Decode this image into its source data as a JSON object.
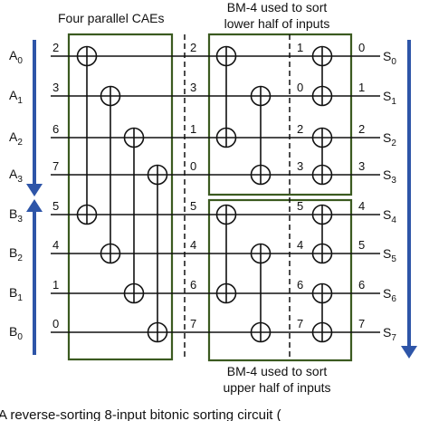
{
  "caption_top_left": "Four parallel CAEs",
  "caption_top_right": [
    "BM-4 used to sort",
    "lower half of inputs"
  ],
  "caption_bottom_right": [
    "BM-4 used to sort",
    "upper half of inputs"
  ],
  "bottom_caption": "A reverse-sorting 8-input bitonic sorting circuit (",
  "input_labels": [
    {
      "base": "A",
      "sub": "0"
    },
    {
      "base": "A",
      "sub": "1"
    },
    {
      "base": "A",
      "sub": "2"
    },
    {
      "base": "A",
      "sub": "3"
    },
    {
      "base": "B",
      "sub": "3"
    },
    {
      "base": "B",
      "sub": "2"
    },
    {
      "base": "B",
      "sub": "1"
    },
    {
      "base": "B",
      "sub": "0"
    }
  ],
  "output_labels": [
    {
      "base": "S",
      "sub": "0"
    },
    {
      "base": "S",
      "sub": "1"
    },
    {
      "base": "S",
      "sub": "2"
    },
    {
      "base": "S",
      "sub": "3"
    },
    {
      "base": "S",
      "sub": "4"
    },
    {
      "base": "S",
      "sub": "5"
    },
    {
      "base": "S",
      "sub": "6"
    },
    {
      "base": "S",
      "sub": "7"
    }
  ],
  "values_stage0": [
    "2",
    "3",
    "6",
    "7",
    "5",
    "4",
    "1",
    "0"
  ],
  "values_stage1": [
    "2",
    "3",
    "1",
    "0",
    "5",
    "4",
    "6",
    "7"
  ],
  "values_stage2": [
    "1",
    "0",
    "2",
    "3",
    "5",
    "4",
    "6",
    "7"
  ],
  "values_output": [
    "0",
    "1",
    "2",
    "3",
    "4",
    "5",
    "6",
    "7"
  ],
  "colors": {
    "box": "#3b5a20",
    "arrow": "#2e55a8",
    "wire": "#111111"
  }
}
